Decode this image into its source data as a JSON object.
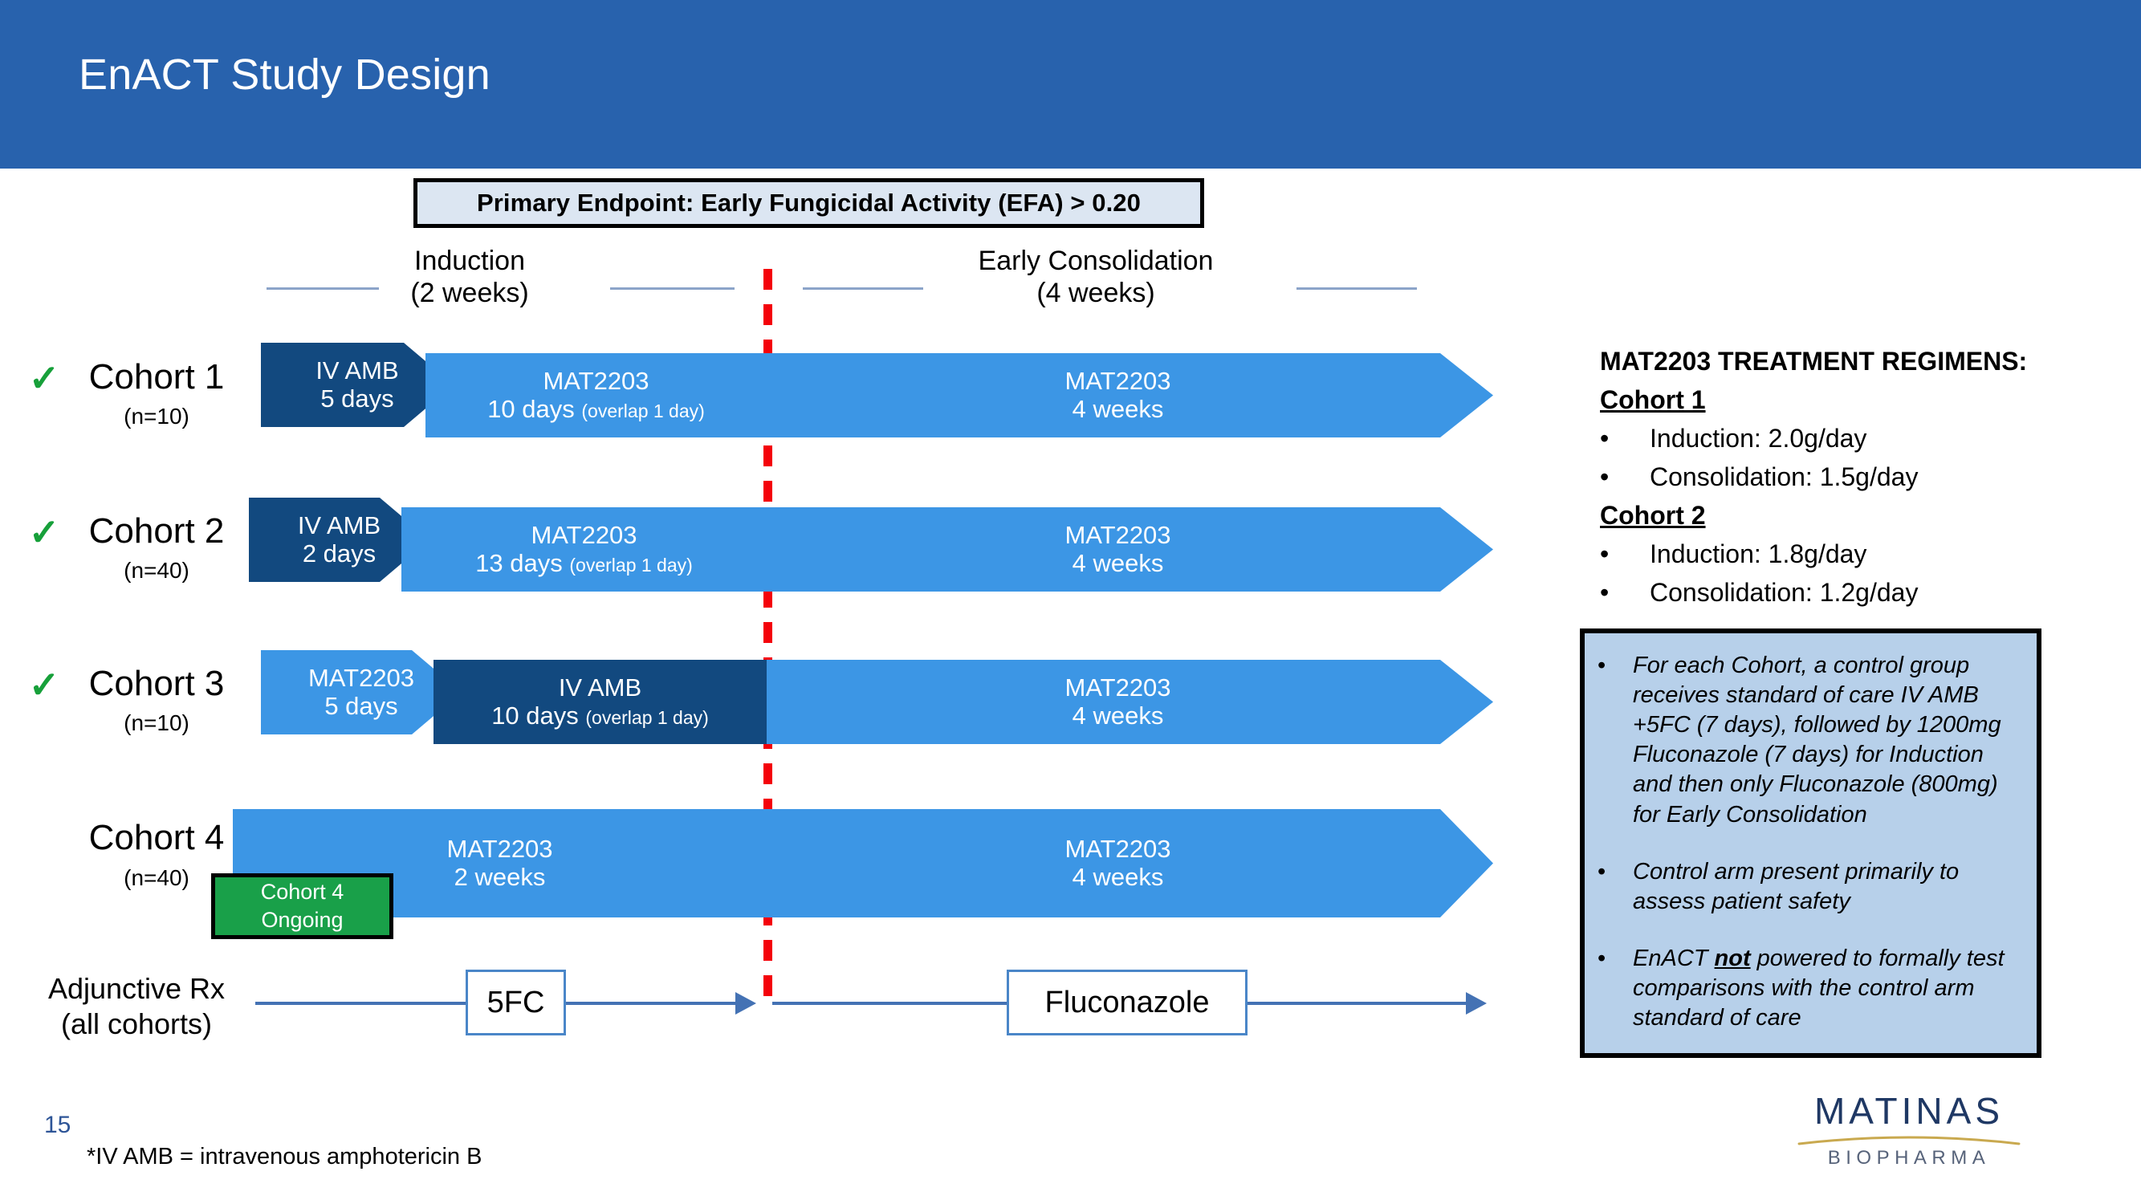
{
  "header": {
    "title": "EnACT Study Design"
  },
  "endpoint": {
    "text": "Primary Endpoint: Early Fungicidal Activity (EFA) > 0.20"
  },
  "phases": {
    "induction": {
      "name": "Induction",
      "duration": "(2 weeks)"
    },
    "consolidation": {
      "name": "Early Consolidation",
      "duration": "(4 weeks)"
    }
  },
  "cohorts": [
    {
      "check": "✓",
      "name": "Cohort 1",
      "n": "(n=10)",
      "induction": [
        {
          "drug": "IV AMB",
          "duration": "5 days",
          "note": "",
          "color": "navy"
        },
        {
          "drug": "MAT2203",
          "duration": "10 days",
          "note": "(overlap 1 day)",
          "color": "lblue"
        }
      ],
      "consolidation": {
        "drug": "MAT2203",
        "duration": "4 weeks",
        "color": "lblue"
      }
    },
    {
      "check": "✓",
      "name": "Cohort 2",
      "n": "(n=40)",
      "induction": [
        {
          "drug": "IV AMB",
          "duration": "2 days",
          "note": "",
          "color": "navy"
        },
        {
          "drug": "MAT2203",
          "duration": "13 days",
          "note": "(overlap 1 day)",
          "color": "lblue"
        }
      ],
      "consolidation": {
        "drug": "MAT2203",
        "duration": "4 weeks",
        "color": "lblue"
      }
    },
    {
      "check": "✓",
      "name": "Cohort 3",
      "n": "(n=10)",
      "induction": [
        {
          "drug": "MAT2203",
          "duration": "5 days",
          "note": "",
          "color": "lblue"
        },
        {
          "drug": "IV AMB",
          "duration": "10 days",
          "note": "(overlap 1 day)",
          "color": "navy"
        }
      ],
      "consolidation": {
        "drug": "MAT2203",
        "duration": "4 weeks",
        "color": "lblue"
      }
    },
    {
      "check": "",
      "name": "Cohort 4",
      "n": "(n=40)",
      "induction": [
        {
          "drug": "MAT2203",
          "duration": "2 weeks",
          "note": "",
          "color": "lblue"
        }
      ],
      "consolidation": {
        "drug": "MAT2203",
        "duration": "4 weeks",
        "color": "lblue"
      },
      "badge": {
        "line1": "Cohort 4",
        "line2": "Ongoing"
      }
    }
  ],
  "adjunctive": {
    "label_line1": "Adjunctive Rx",
    "label_line2": "(all cohorts)",
    "induction_drug": "5FC",
    "consolidation_drug": "Fluconazole"
  },
  "regimens": {
    "title": "MAT2203 TREATMENT REGIMENS:",
    "groups": [
      {
        "heading": "Cohort 1",
        "items": [
          "Induction: 2.0g/day",
          "Consolidation: 1.5g/day"
        ]
      },
      {
        "heading": "Cohort 2",
        "items": [
          "Induction: 1.8g/day",
          "Consolidation: 1.2g/day"
        ]
      }
    ],
    "bullet": "•"
  },
  "info": {
    "bullet": "•",
    "items": [
      {
        "pre": "For each Cohort, a control group receives standard of care IV AMB +5FC (7 days), followed by 1200mg Fluconazole (7 days) for Induction and then only Fluconazole (800mg) for Early Consolidation",
        "em": "",
        "post": ""
      },
      {
        "pre": "Control arm present primarily to assess patient safety",
        "em": "",
        "post": ""
      },
      {
        "pre": "EnACT ",
        "em": "not",
        "post": " powered to formally test comparisons with the control arm standard of care"
      }
    ]
  },
  "footer": {
    "page_number": "15",
    "footnote": "*IV AMB = intravenous amphotericin B",
    "logo_main": "MATINAS",
    "logo_sub": "BIOPHARMA"
  },
  "colors": {
    "header_blue": "#2862AD",
    "navy": "#12497F",
    "light_blue": "#3C96E5",
    "divider_red": "#F4020A",
    "check_green": "#17A03A",
    "badge_green": "#19A049",
    "info_bg": "#B7D0EA",
    "endpoint_bg": "#DCE6F2"
  }
}
